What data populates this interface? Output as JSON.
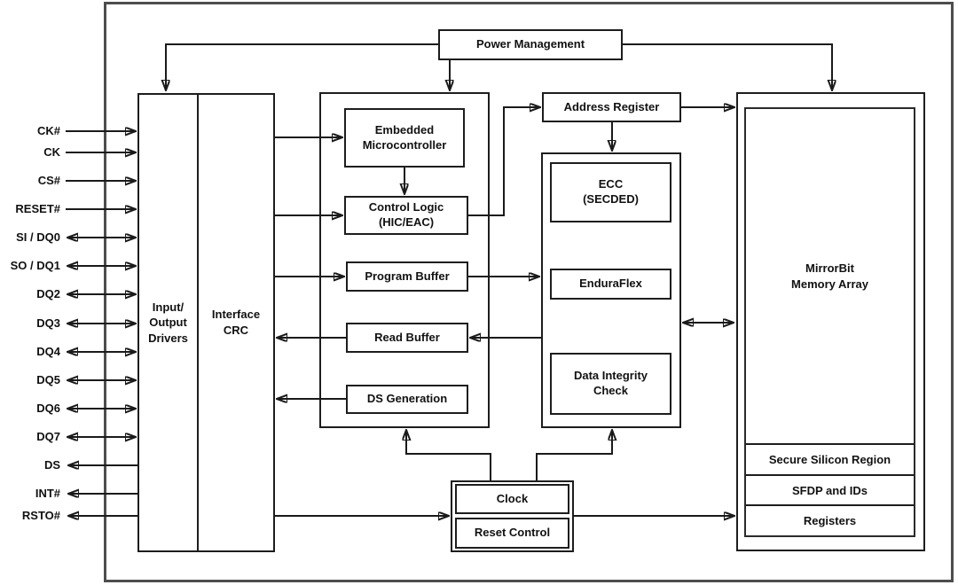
{
  "blocks": {
    "power_management": "Power Management",
    "io_drivers": "Input/\nOutput\nDrivers",
    "interface_crc": "Interface\nCRC",
    "embedded_microcontroller": "Embedded\nMicrocontroller",
    "control_logic": "Control Logic\n(HIC/EAC)",
    "program_buffer": "Program Buffer",
    "read_buffer": "Read Buffer",
    "ds_generation": "DS Generation",
    "address_register": "Address Register",
    "ecc": "ECC\n(SECDED)",
    "enduraflex": "EnduraFlex",
    "data_integrity_check": "Data Integrity\nCheck",
    "mirrorbit_memory_array": "MirrorBit\nMemory Array",
    "secure_silicon_region": "Secure Silicon Region",
    "sfdp_and_ids": "SFDP and IDs",
    "registers": "Registers",
    "clock": "Clock",
    "reset_control": "Reset Control"
  },
  "pins": [
    {
      "label": "CK#",
      "direction": "input"
    },
    {
      "label": "CK",
      "direction": "input"
    },
    {
      "label": "CS#",
      "direction": "input"
    },
    {
      "label": "RESET#",
      "direction": "input"
    },
    {
      "label": "SI / DQ0",
      "direction": "bidirectional"
    },
    {
      "label": "SO / DQ1",
      "direction": "bidirectional"
    },
    {
      "label": "DQ2",
      "direction": "bidirectional"
    },
    {
      "label": "DQ3",
      "direction": "bidirectional"
    },
    {
      "label": "DQ4",
      "direction": "bidirectional"
    },
    {
      "label": "DQ5",
      "direction": "bidirectional"
    },
    {
      "label": "DQ6",
      "direction": "bidirectional"
    },
    {
      "label": "DQ7",
      "direction": "bidirectional"
    },
    {
      "label": "DS",
      "direction": "output"
    },
    {
      "label": "INT#",
      "direction": "output"
    },
    {
      "label": "RSTO#",
      "direction": "output"
    }
  ],
  "colors": {
    "line": "#1a1a1a",
    "box_border": "#1d1d1d",
    "outer_border": "#4d4d4d",
    "text": "#111111",
    "background": "#ffffff"
  }
}
